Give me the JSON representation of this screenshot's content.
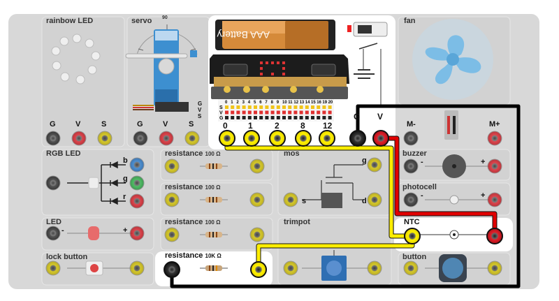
{
  "modules": {
    "rainbow_led": "rainbow LED",
    "servo": "servo",
    "servo_scale": "90",
    "fan": "fan",
    "rgb_led": "RGB LED",
    "resistance": "resistance",
    "resistance_value": "100 Ω",
    "resistance_10k": "resistance",
    "resistance_10k_value": "10K Ω",
    "mos": "mos",
    "led": "LED",
    "lock_button": "lock button",
    "trimpot": "trimpot",
    "ntc": "NTC",
    "buzzer": "buzzer",
    "photocell": "photocell",
    "button": "button"
  },
  "pins": {
    "g": "G",
    "v": "V",
    "s": "S",
    "b": "b",
    "gr": "g",
    "r": "r",
    "minus": "-",
    "plus": "+",
    "mos_g": "g",
    "mos_s": "s",
    "mos_d": "d",
    "m_minus": "M-",
    "m_plus": "M+",
    "gvs": [
      "G",
      "V",
      "S"
    ]
  },
  "microbit": {
    "battery_label": "AAA Battery",
    "pin_labels": [
      "0",
      "1",
      "2",
      "8",
      "12"
    ],
    "power_labels": [
      "G",
      "V"
    ],
    "header_rows": [
      "S",
      "V",
      "G"
    ],
    "header_numbers": [
      "0",
      "1",
      "2",
      "3",
      "4",
      "5",
      "6",
      "7",
      "8",
      "9",
      "10",
      "11",
      "12",
      "13",
      "14",
      "15",
      "16",
      "19",
      "20"
    ]
  },
  "colors": {
    "board": "#dcdcdc",
    "module": "#d3d3d3",
    "highlight": "#ffffff",
    "wire_yellow": "#ffee00",
    "wire_red": "#e00000",
    "wire_black": "#000000",
    "microbit": "#1a1a1a",
    "fan_blade": "#8ec8ec"
  }
}
